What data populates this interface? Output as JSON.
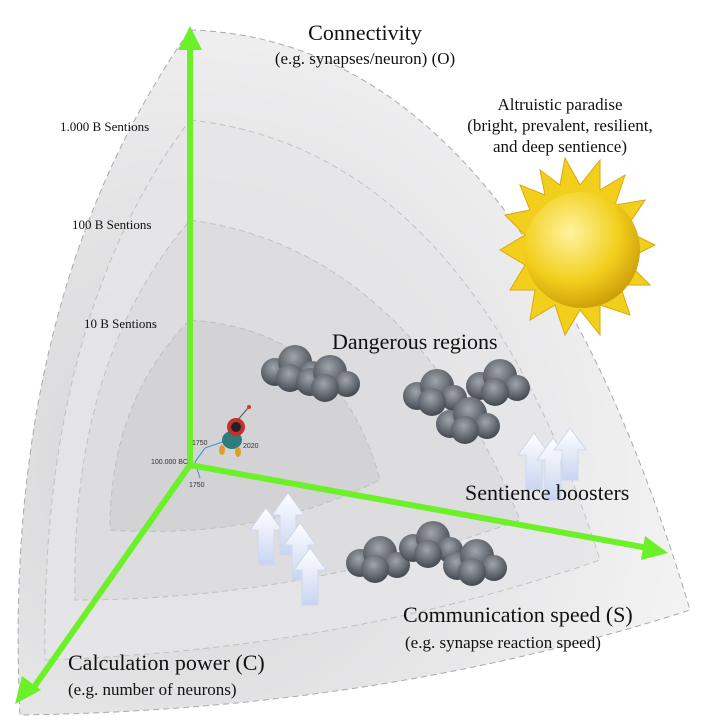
{
  "axes": {
    "connectivity": {
      "title": "Connectivity",
      "subtitle": "(e.g. synapses/neuron)  (O)"
    },
    "communication": {
      "title": "Communication speed (S)",
      "subtitle": "(e.g. synapse reaction speed)"
    },
    "calculation": {
      "title": "Calculation power (C)",
      "subtitle": "(e.g. number of neurons)"
    }
  },
  "shells": [
    "1.000 B Sentions",
    "100 B Sentions",
    "10 B Sentions"
  ],
  "regions": {
    "paradise": {
      "line1": "Altruistic paradise",
      "line2": "(bright, prevalent, resilient,",
      "line3": "and deep sentience)"
    },
    "dangerous": "Dangerous regions",
    "boosters": "Sentience boosters"
  },
  "timeline": {
    "o_year": "1750",
    "now_year": "2020",
    "origin": "100.000 BC",
    "c_year": "1750"
  },
  "colors": {
    "axis": "#6cf02a",
    "sun": "#f2cf1c"
  }
}
